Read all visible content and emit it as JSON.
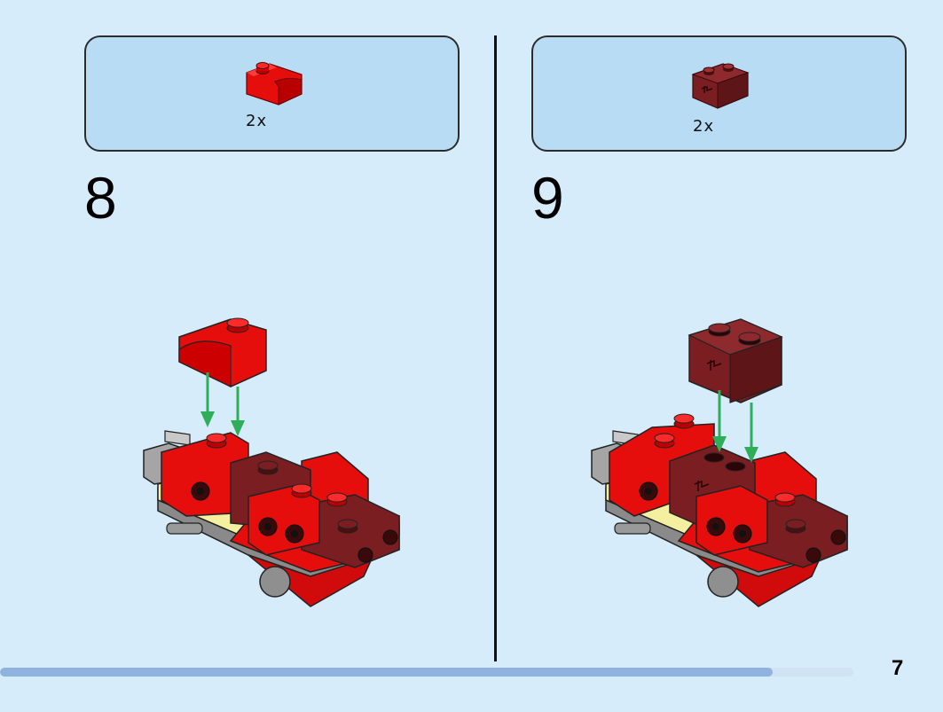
{
  "steps": [
    {
      "number": "8",
      "part_quantity": "2x",
      "part_icon": "red-curved-slope-brick-icon"
    },
    {
      "number": "9",
      "part_quantity": "2x",
      "part_icon": "dark-red-technic-brick-icon"
    }
  ],
  "page_number": "7",
  "progress": {
    "fraction": 0.905
  },
  "colors": {
    "background": "#d6ecfb",
    "parts_box": "#b9dcf5",
    "brick_red": "#e60d0d",
    "brick_dark_red": "#7a1e22",
    "arrow_green": "#2fae5a",
    "progress_fill": "#8fb2df"
  }
}
